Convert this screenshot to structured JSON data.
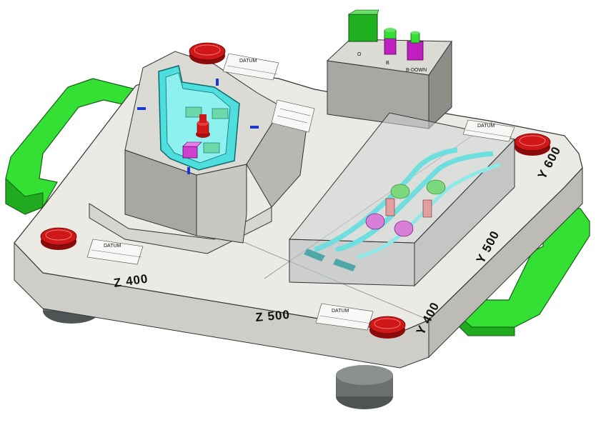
{
  "labels": {
    "z400": "Z 400",
    "z500": "Z 500",
    "y400": "Y 400",
    "y500": "Y 500",
    "y600": "Y 600",
    "datum": "DATUM"
  },
  "control_box": {
    "buttons": [
      {
        "label": "O",
        "color": "#1fb01f"
      },
      {
        "label": "B",
        "color": "#c01fc0"
      },
      {
        "label": "B-DOWN",
        "color": "#c01fc0"
      }
    ]
  },
  "colors": {
    "base": "#eceae4",
    "base_side": "#cfcdc7",
    "handle": "#34e034",
    "mold_cavity": "#4fdede",
    "clamp_button": "#d01818",
    "feet": "#6a7070"
  }
}
